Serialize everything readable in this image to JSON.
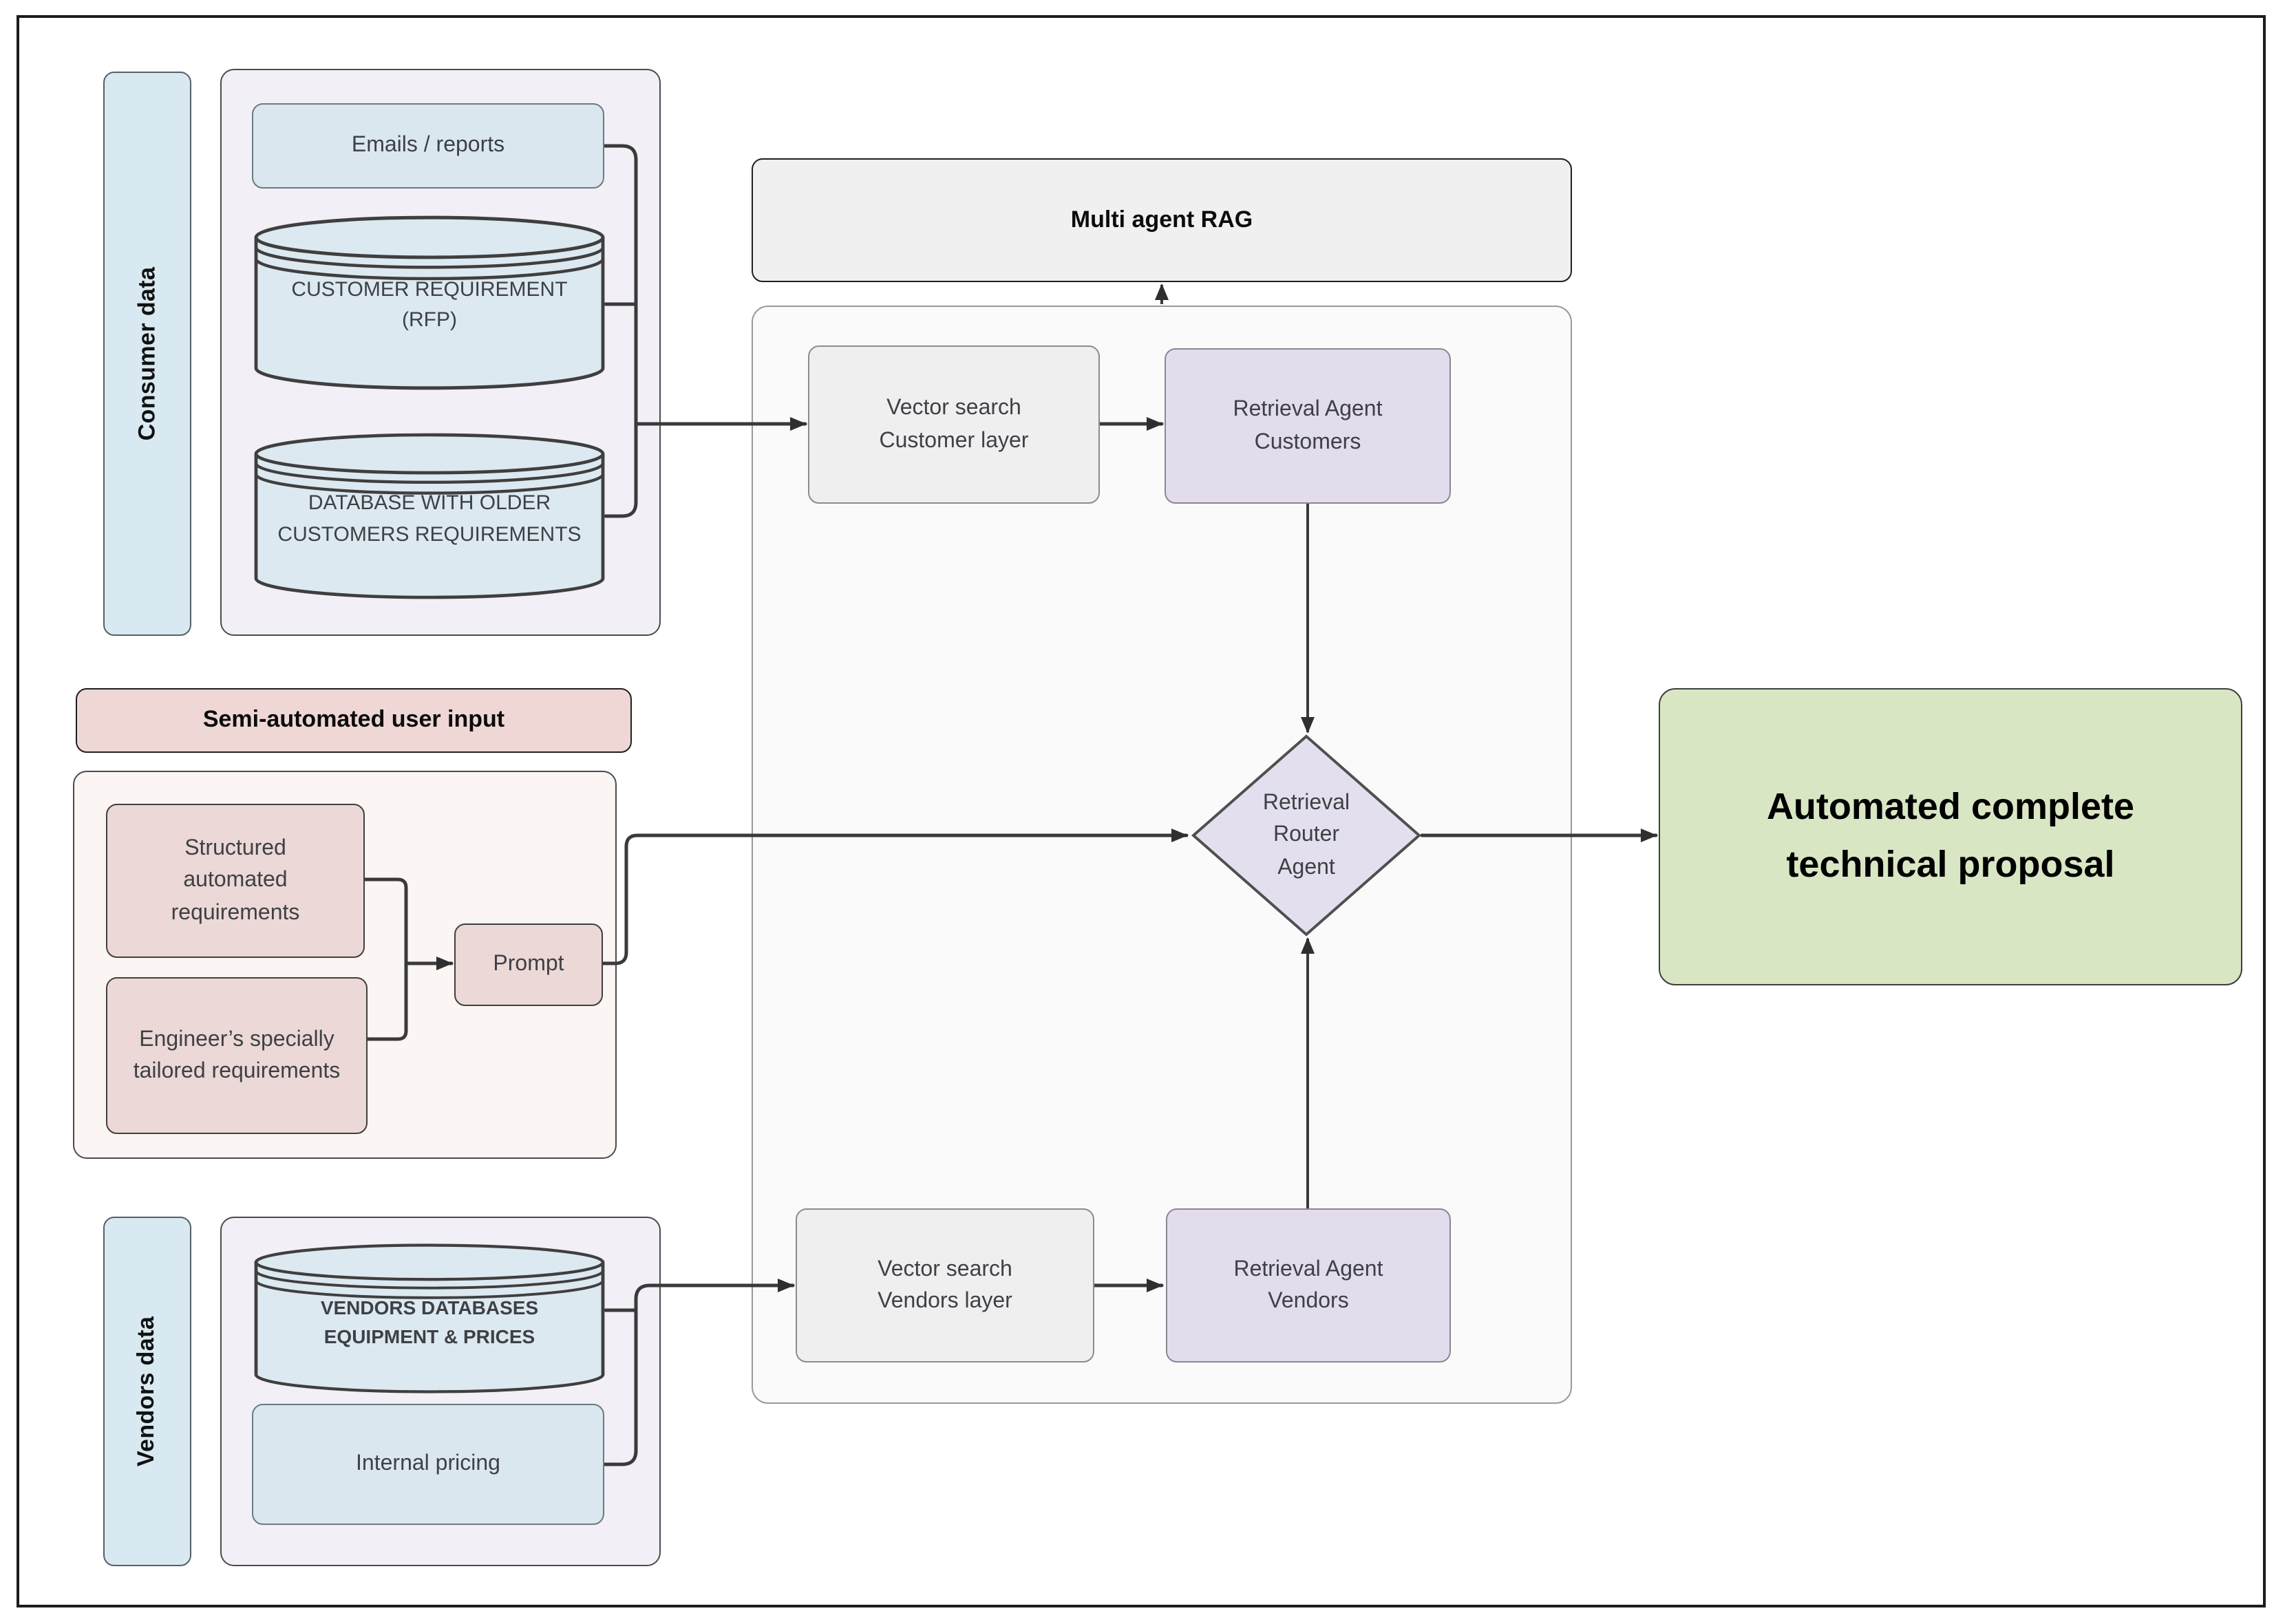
{
  "colors": {
    "frame": "#1c1c1c",
    "strip-fill": "#d8e9f1",
    "panel-fill": "#f2f0f6",
    "panel-border": "#4b4b4b",
    "blue-fill": "#dbe7ef",
    "blue-border": "#6d7983",
    "pink-header-fill": "#eed7d5",
    "pink-panel-fill": "#fbf5f4",
    "pink-fill": "#ecd8d6",
    "gray-fill": "#f0eff0",
    "gray-border": "#8c8c8c",
    "container-fill": "#fafafa",
    "container-border": "#9a9a9a",
    "purple-fill": "#e2dcec",
    "purple-border": "#8c8594",
    "green-fill": "#d9e6c4",
    "line": "#3a3a3a",
    "text": "#3d4145"
  },
  "consumer_section": {
    "side_label": "Consumer data",
    "emails_box": "Emails / reports",
    "rfp_db": "CUSTOMER REQUIREMENT (RFP)",
    "older_db": "DATABASE WITH OLDER CUSTOMERS REQUIREMENTS"
  },
  "user_input_section": {
    "header": "Semi-automated user input",
    "structured_box": "Structured automated requirements",
    "engineer_box": "Engineer’s specially tailored requirements",
    "prompt_box": "Prompt"
  },
  "vendors_section": {
    "side_label": "Vendors data",
    "vendors_db": "VENDORS DATABASES EQUIPMENT & PRICES",
    "internal_pricing_box": "Internal pricing"
  },
  "rag_section": {
    "header": "Multi agent RAG",
    "vector_search_customer": "Vector search Customer layer",
    "retrieval_agent_customers": "Retrieval Agent Customers",
    "router_agent": "Retrieval Router Agent",
    "vector_search_vendors": "Vector search Vendors layer",
    "retrieval_agent_vendors": "Retrieval Agent Vendors"
  },
  "output_section": {
    "proposal_box": "Automated complete technical proposal"
  }
}
